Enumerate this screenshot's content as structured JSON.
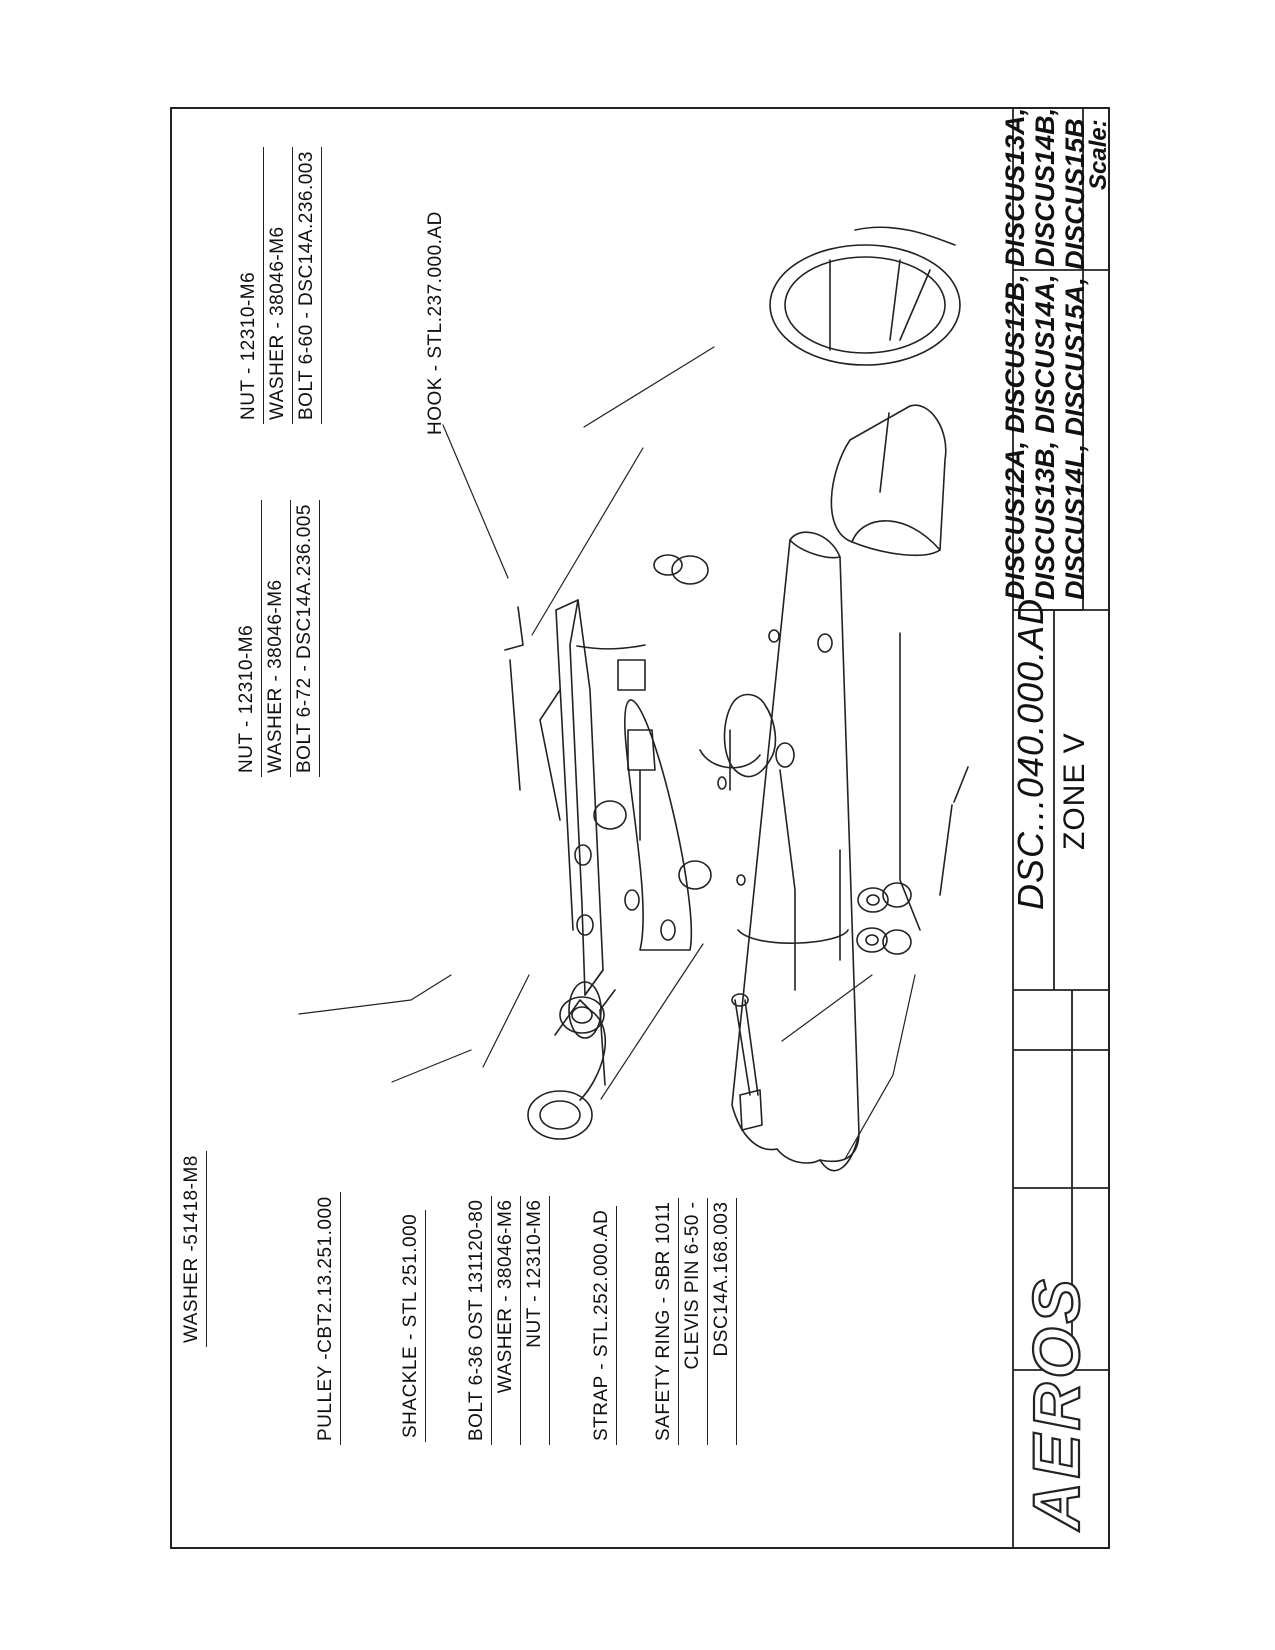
{
  "callouts": {
    "washer_m8": "WASHER -51418-M8",
    "pulley": "PULLEY -CBT2.13.251.000",
    "shackle": "SHACKLE - STL 251.000",
    "bolt_group_bottom": [
      "BOLT 6-36 OST 131120-80",
      "WASHER - 38046-M6",
      "NUT - 12310-M6"
    ],
    "strap": "STRAP - STL.252.000.AD",
    "clevis_group": [
      "SAFETY RING - SBR 1011",
      "CLEVIS PIN 6-50 -",
      "DSC14A.168.003"
    ],
    "bolt_group_72": [
      "NUT - 12310-M6",
      "WASHER - 38046-M6",
      "BOLT 6-72 - DSC14A.236.005"
    ],
    "bolt_group_60": [
      "NUT - 12310-M6",
      "WASHER - 38046-M6",
      "BOLT 6-60 - DSC14A.236.003"
    ],
    "hook": "HOOK - STL.237.000.AD"
  },
  "title_block": {
    "logo": "AEROS",
    "drawing_number": "DSC...040.000.AD",
    "zone": "ZONE V",
    "models": [
      "DISCUS12A, DISCUS12B, DISCUS13A,",
      "DISCUS13B, DISCUS14A, DISCUS14B,",
      "DISCUS14L, DISCUS15A, DISCUS15B"
    ],
    "scale_label": "Scale:"
  }
}
